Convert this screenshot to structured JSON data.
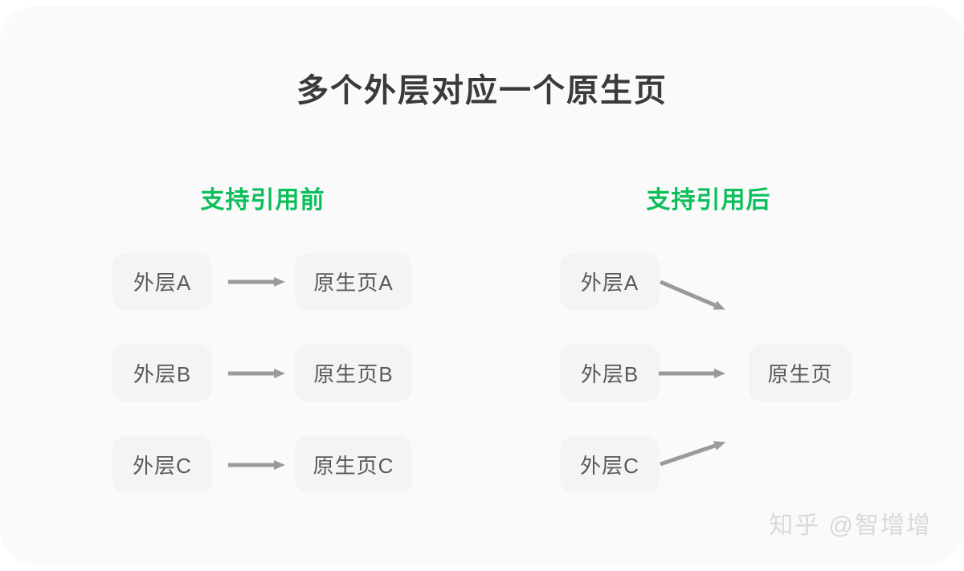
{
  "title": "多个外层对应一个原生页",
  "watermark": "知乎 @智增增",
  "colors": {
    "accent-green": "#0cbe5c",
    "arrow-gray": "#9a9a9a",
    "page-bg": "#ffffff",
    "card-bg": "#fafafa",
    "box-bg": "#f3f4f6",
    "box-text": "#595959",
    "title-text": "#3a3a3c",
    "watermark-color": "#d9d9d9"
  },
  "sections": {
    "before": {
      "heading": "支持引用前",
      "rows": [
        {
          "source": "外层A",
          "target": "原生页A"
        },
        {
          "source": "外层B",
          "target": "原生页B"
        },
        {
          "source": "外层C",
          "target": "原生页C"
        }
      ]
    },
    "after": {
      "heading": "支持引用后",
      "sources": [
        "外层A",
        "外层B",
        "外层C"
      ],
      "target": "原生页"
    }
  }
}
